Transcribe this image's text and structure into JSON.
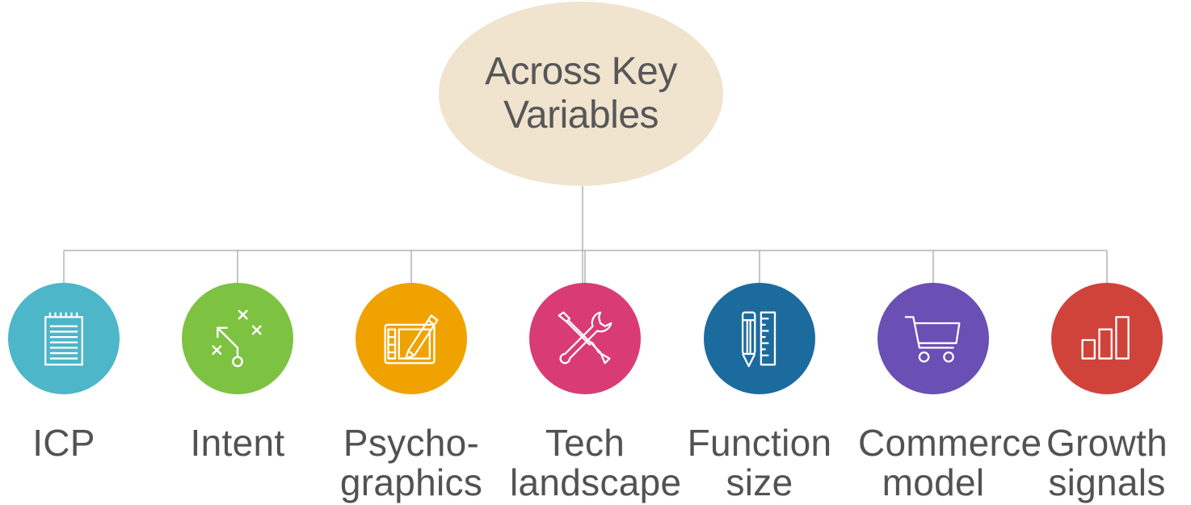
{
  "diagram": {
    "root": {
      "label_line1": "Across Key",
      "label_line2": "Variables",
      "fill_color": "#f0e4cf"
    },
    "connector_color": "#b3b3b3",
    "children": [
      {
        "line1": "ICP",
        "line2": "",
        "color": "#4db6c9",
        "icon": "notepad-icon"
      },
      {
        "line1": "Intent",
        "line2": "",
        "color": "#7dc241",
        "icon": "strategy-play-icon"
      },
      {
        "line1": "Psycho-",
        "line2": "graphics",
        "color": "#f0a300",
        "icon": "drawing-tablet-icon"
      },
      {
        "line1": "Tech",
        "line2": "landscape",
        "color": "#d93c75",
        "icon": "tools-icon"
      },
      {
        "line1": "Function",
        "line2": "size",
        "color": "#1c6b9e",
        "icon": "pencil-ruler-icon"
      },
      {
        "line1": "Commerce",
        "line2": "model",
        "color": "#6a4fb5",
        "icon": "shopping-cart-icon"
      },
      {
        "line1": "Growth",
        "line2": "signals",
        "color": "#d0433b",
        "icon": "bar-chart-icon"
      }
    ]
  }
}
